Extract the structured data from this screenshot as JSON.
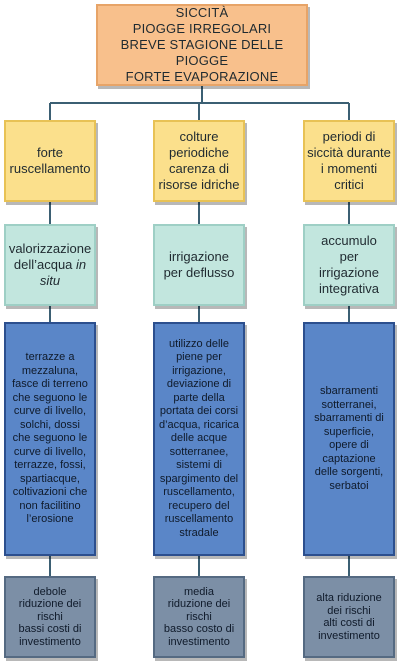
{
  "colors": {
    "top": "#f8c08c",
    "cause": "#fbe08c",
    "strategy": "#c2e6de",
    "technique": "#5a86c8",
    "outcome": "#7c8fa6",
    "connector": "#3b5f73"
  },
  "root": {
    "text": "SICCITÀ\nPIOGGE IRREGOLARI\nBREVE STAGIONE DELLE PIOGGE\nFORTE EVAPORAZIONE"
  },
  "columns": [
    {
      "cause": "forte\nruscellamento",
      "strategy_prefix": "valorizzazione\ndell’acqua ",
      "strategy_italic": "in\nsitu",
      "techniques": "terrazze a\nmezzaluna,\nfasce di terreno\nche seguono le\ncurve di livello,\nsolchi, dossi\nche seguono le\ncurve di livello,\nterrazze, fossi,\nspartiacque,\ncoltivazioni che\nnon facilitino\nl’erosione",
      "outcome": "debole\nriduzione dei\nrischi\nbassi costi di\ninvestimento"
    },
    {
      "cause": "colture\nperiodiche\ncarenza di\nrisorse idriche",
      "strategy": "irrigazione\nper deflusso",
      "techniques": "utilizzo delle\npiene per\nirrigazione,\ndeviazione di\nparte della\nportata dei corsi\nd’acqua, ricarica\ndelle acque\nsotterranee,\nsistemi di\nspargimento del\nruscellamento,\nrecupero del\nruscellamento\nstradale",
      "outcome": "media\nriduzione dei\nrischi\nbasso costo di\ninvestimento"
    },
    {
      "cause": "periodi di\nsiccità durante\ni momenti\ncritici",
      "strategy": "accumulo\nper\nirrigazione\nintegrativa",
      "techniques": "sbarramenti\nsotterranei,\nsbarramenti di\nsuperficie,\nopere di\ncaptazione\ndelle sorgenti,\nserbatoi",
      "outcome": "alta riduzione\ndei rischi\nalti costi di\ninvestimento"
    }
  ]
}
